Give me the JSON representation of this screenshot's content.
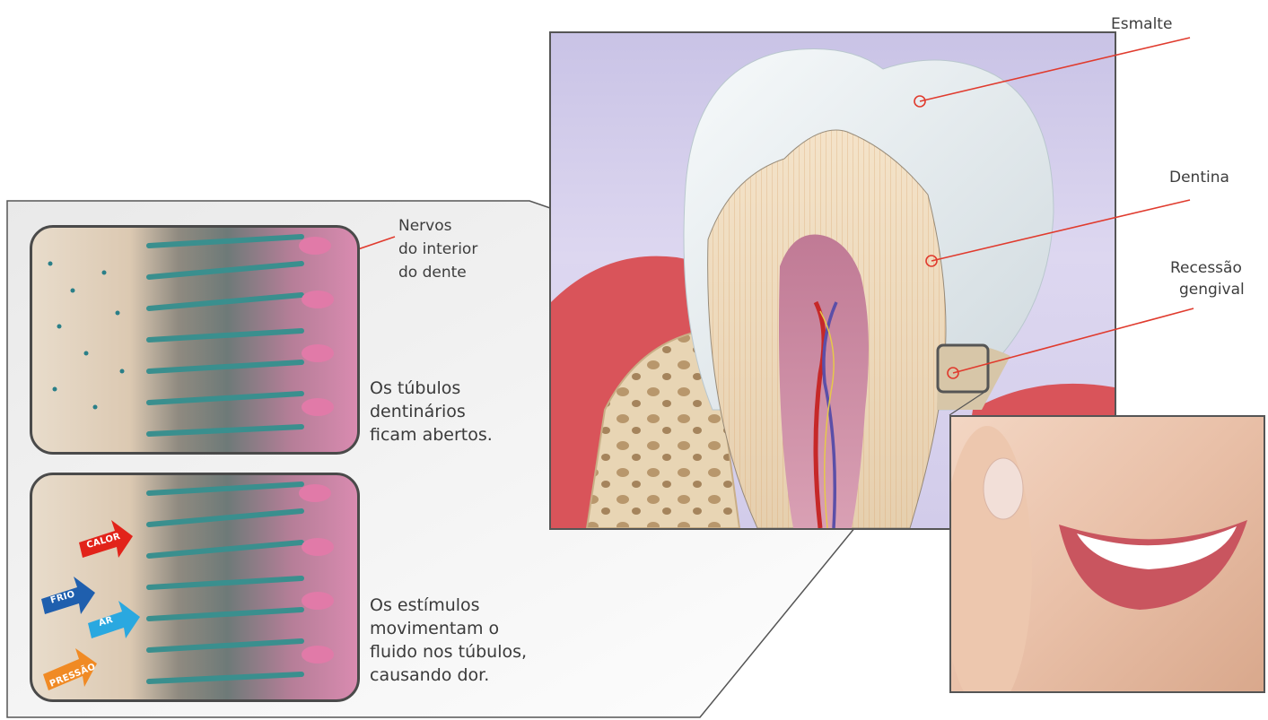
{
  "labels": {
    "enamel": "Esmalte",
    "dentin": "Dentina",
    "recession_line1": "Recessão",
    "recession_line2": "gengival",
    "nerves_line1": "Nervos",
    "nerves_line2": "do interior",
    "nerves_line3": "do dente"
  },
  "captions": {
    "open_line1": "Os túbulos",
    "open_line2": "dentinários",
    "open_line3": "ficam abertos.",
    "stimuli_line1": "Os estímulos",
    "stimuli_line2": "movimentam o",
    "stimuli_line3": "fluido nos túbulos,",
    "stimuli_line4": "causando dor."
  },
  "stimuli": {
    "heat": "CALOR",
    "cold": "FRIO",
    "air": "AR",
    "pressure": "PRESSÃO"
  },
  "colors": {
    "pointer": "#e03b2e",
    "heat": "#e2231a",
    "cold": "#1f5fae",
    "air": "#2aa8e0",
    "pressure": "#f08a24",
    "gum": "#d9545a",
    "enamel": "#eef2f4"
  }
}
